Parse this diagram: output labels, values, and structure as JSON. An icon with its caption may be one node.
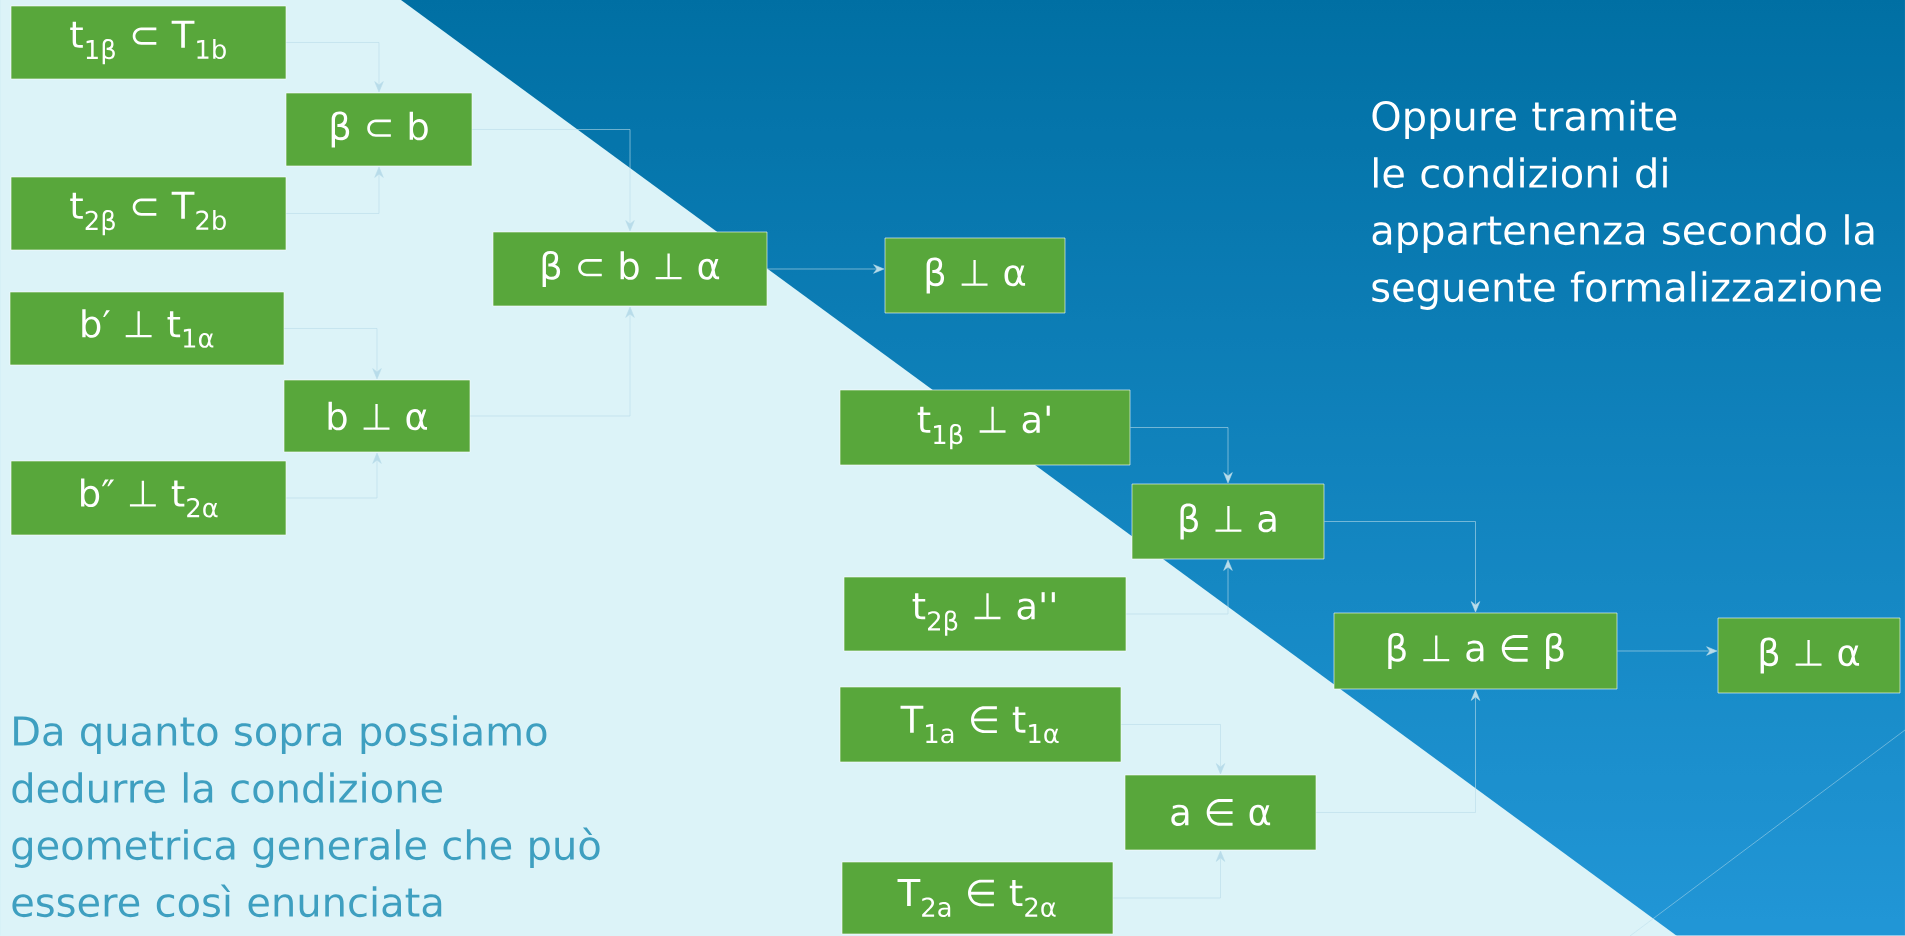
{
  "diagram": {
    "nodes": [
      {
        "text": [
          "t$_{1β}$ ⊂ T$_{1b}$"
        ]
      },
      {
        "text": [
          "β ⊂ b"
        ]
      },
      {
        "text": [
          "t$_{2β}$ ⊂ T$_{2b}$"
        ]
      },
      {
        "text": [
          "b′ ⊥ t$_{1α}$"
        ]
      },
      {
        "text": [
          "b ⊥ α"
        ]
      },
      {
        "text": [
          "b″ ⊥ t$_{2α}$"
        ]
      },
      {
        "text": [
          "β ⊂ b ⊥ α"
        ]
      },
      {
        "text": [
          "β ⊥ α"
        ]
      },
      {
        "text": [
          "t$_{1β}$ ⊥ a'"
        ]
      },
      {
        "text": [
          "β ⊥ a"
        ]
      },
      {
        "text": [
          "t$_{2β}$ ⊥ a''"
        ]
      },
      {
        "text": [
          "T$_{1a}$ ∈ t$_{1α}$"
        ]
      },
      {
        "text": [
          "a ∈ α"
        ]
      },
      {
        "text": [
          "T$_{2a}$ ∈ t$_{2α}$"
        ]
      },
      {
        "text": [
          "β ⊥ a ∈ β"
        ]
      },
      {
        "text": [
          "β ⊥ α"
        ]
      }
    ],
    "edges": [
      {
        "from": 0,
        "to": 1,
        "arrow": "to"
      },
      {
        "from": 2,
        "to": 1,
        "arrow": "to"
      },
      {
        "from": 1,
        "to": 6,
        "arrow": "to"
      },
      {
        "from": 3,
        "to": 4,
        "arrow": "to"
      },
      {
        "from": 5,
        "to": 4,
        "arrow": "to"
      },
      {
        "from": 4,
        "to": 6,
        "arrow": "to"
      },
      {
        "from": 6,
        "to": 7,
        "arrow": "to"
      },
      {
        "from": 8,
        "to": 9,
        "arrow": "to"
      },
      {
        "from": 10,
        "to": 9,
        "arrow": "to"
      },
      {
        "from": 9,
        "to": 14,
        "arrow": "to"
      },
      {
        "from": 11,
        "to": 12,
        "arrow": "to"
      },
      {
        "from": 13,
        "to": 12,
        "arrow": "to"
      },
      {
        "from": 12,
        "to": 14,
        "arrow": "to"
      },
      {
        "from": 14,
        "to": 15,
        "arrow": "to"
      }
    ],
    "labels": [
      "Oppure tramite le condizioni di appartenenza secondo la seguente formalizzazione",
      "Da quanto sopra possiamo dedurre la condizione geometrica generale che può essere così enunciata"
    ]
  }
}
